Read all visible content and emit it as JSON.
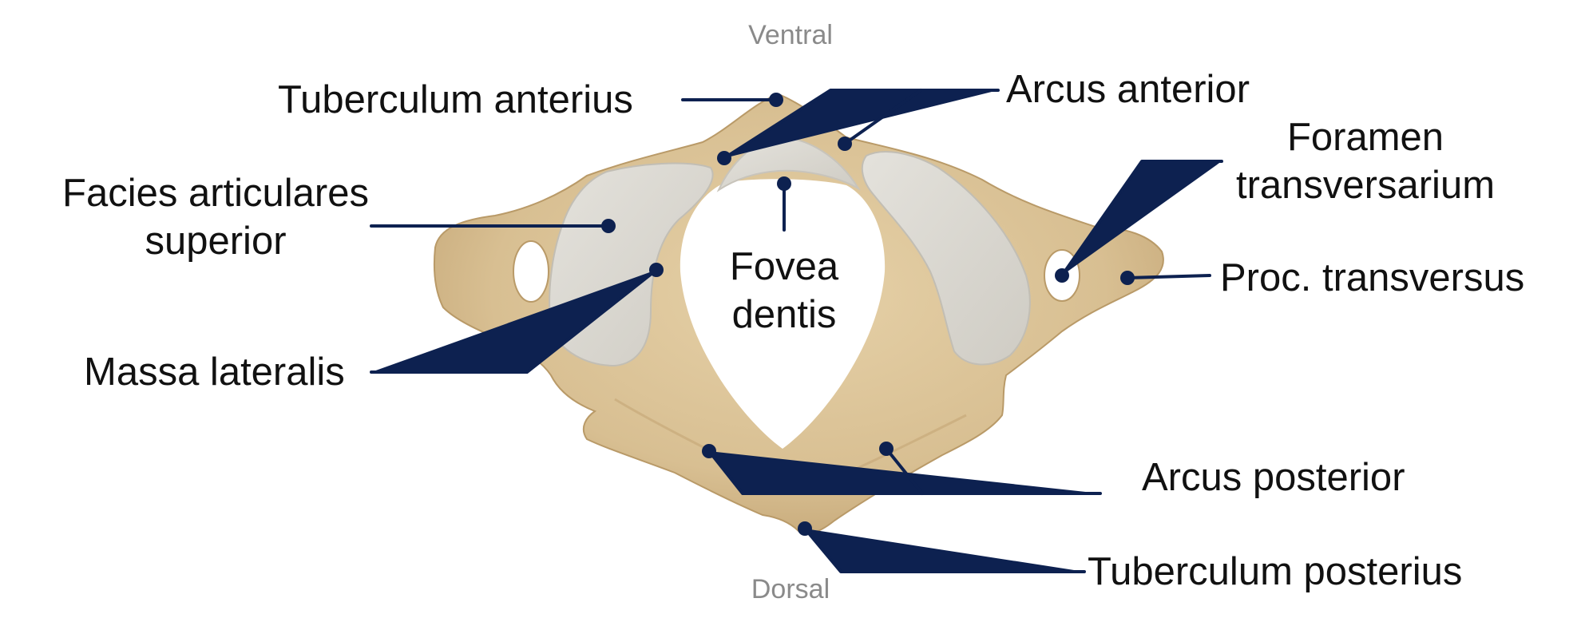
{
  "orientation": {
    "top": "Ventral",
    "bottom": "Dorsal"
  },
  "labels": {
    "tuberculum_anterius": "Tuberculum anterius",
    "arcus_anterior": "Arcus anterior",
    "foramen_line1": "Foramen",
    "foramen_line2": "transversarium",
    "facies_line1": "Facies articulares",
    "facies_line2": "superior",
    "fovea_line1": "Fovea",
    "fovea_line2": "dentis",
    "proc_transversus": "Proc. transversus",
    "massa_lateralis": "Massa lateralis",
    "arcus_posterior": "Arcus posterior",
    "tuberculum_posterius": "Tuberculum posterius"
  },
  "colors": {
    "leader": "#0d2150",
    "bone": "#dcc49a",
    "bone_shadow": "#bfa272",
    "cartilage": "#dcdad4",
    "text": "#111111",
    "orientation_text": "#8a8a8a"
  }
}
